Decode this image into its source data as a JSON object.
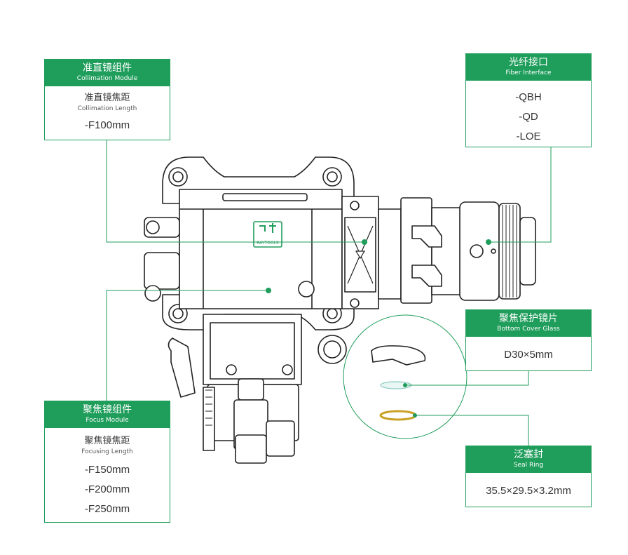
{
  "collimation": {
    "title_zh": "准直镜组件",
    "title_en": "Collimation Module",
    "sub_zh": "准直镜焦距",
    "sub_en": "Collimation Length",
    "items": [
      "-F100mm"
    ]
  },
  "fiber": {
    "title_zh": "光纤接口",
    "title_en": "Fiber Interface",
    "items": [
      "-QBH",
      "-QD",
      "-LOE"
    ]
  },
  "cover_glass": {
    "title_zh": "聚焦保护镜片",
    "title_en": "Bottom Cover Glass",
    "value": "D30×5mm"
  },
  "focus": {
    "title_zh": "聚焦镜组件",
    "title_en": "Focus Module",
    "sub_zh": "聚焦镜焦距",
    "sub_en": "Focusing Length",
    "items": [
      "-F150mm",
      "-F200mm",
      "-F250mm"
    ]
  },
  "seal": {
    "title_zh": "泛塞封",
    "title_en": "Seal Ring",
    "value": "35.5×29.5×3.2mm"
  },
  "logo_text": "RAYTOOLS",
  "colors": {
    "accent": "#1f9d5b",
    "line": "#1f9d5b",
    "drawing": "#222222",
    "seal_ring": "#c9a227"
  }
}
